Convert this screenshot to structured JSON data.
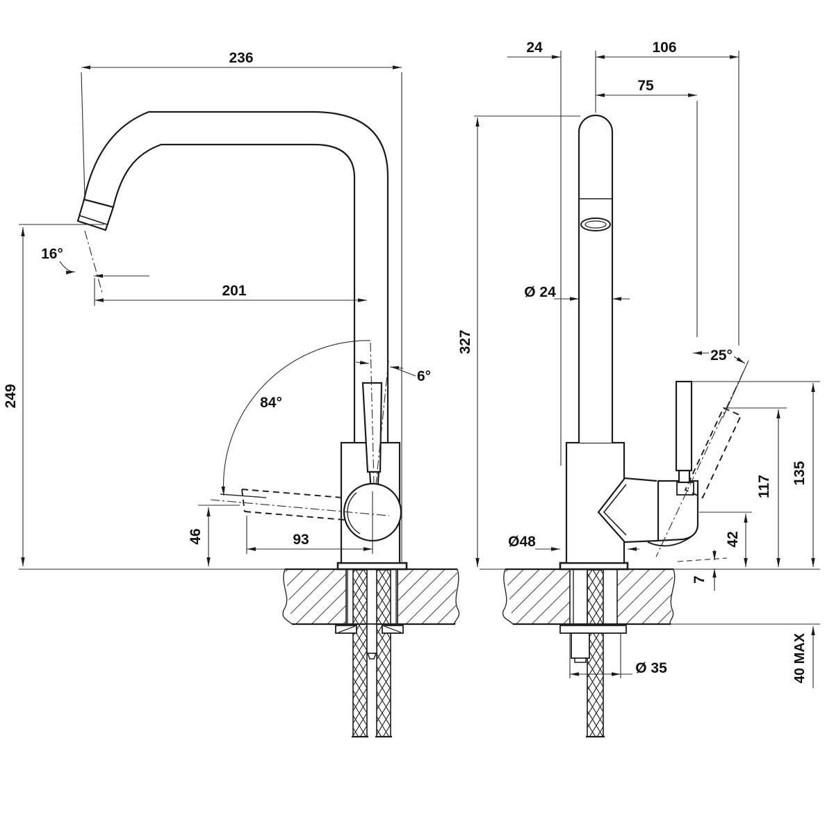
{
  "front": {
    "dim_236": "236",
    "dim_16deg": "16°",
    "dim_201": "201",
    "dim_249": "249",
    "dim_84deg": "84°",
    "dim_6deg": "6°",
    "dim_46": "46",
    "dim_93": "93"
  },
  "side": {
    "dim_24": "24",
    "dim_106": "106",
    "dim_75": "75",
    "dim_dia24": "Ø 24",
    "dim_327": "327",
    "dim_25deg": "25°",
    "dim_135": "135",
    "dim_117": "117",
    "dim_42": "42",
    "dim_dia48": "Ø48",
    "dim_7": "7",
    "dim_dia35": "Ø 35",
    "dim_40max": "40 MAX"
  },
  "colors": {
    "line": "#1b1b1b",
    "dimension_line": "#2b2b2b",
    "background": "#ffffff"
  }
}
